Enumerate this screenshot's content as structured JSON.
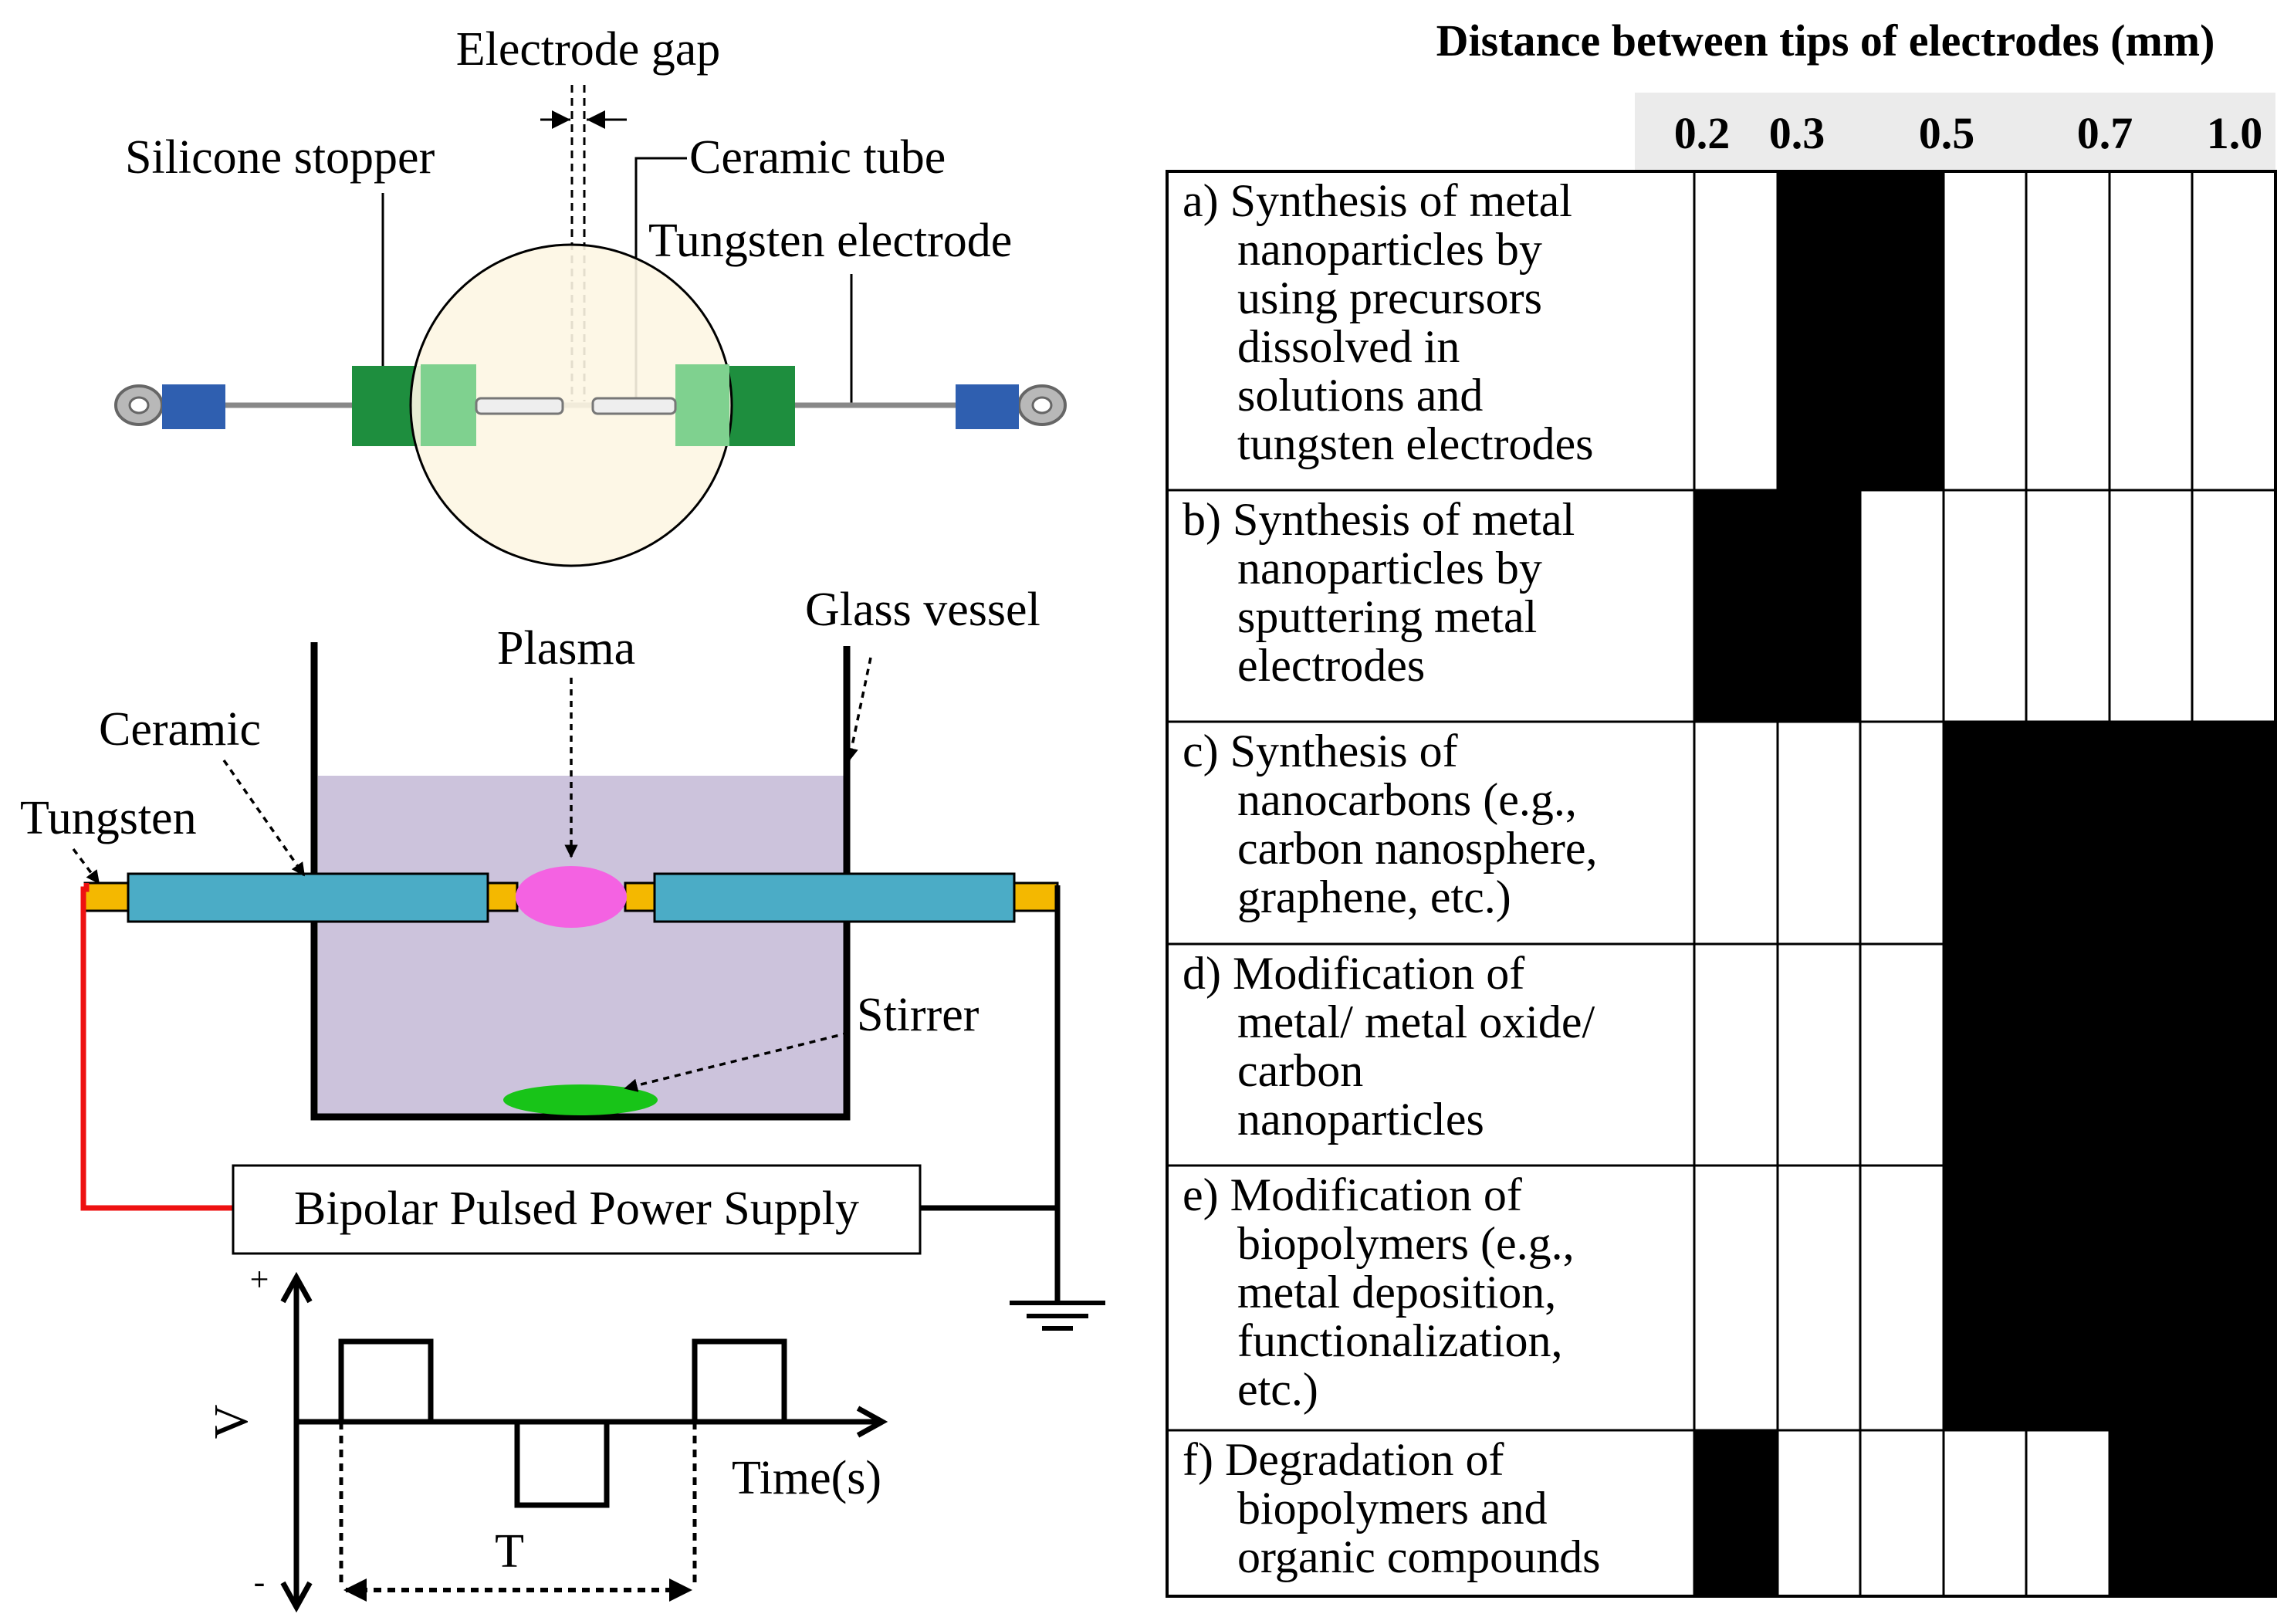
{
  "top_view": {
    "electrode_gap_label": "Electrode gap",
    "silicone_stopper_label": "Silicone stopper",
    "ceramic_tube_label": "Ceramic tube",
    "tungsten_electrode_label": "Tungsten electrode"
  },
  "setup": {
    "glass_vessel_label": "Glass vessel",
    "plasma_label": "Plasma",
    "ceramic_label": "Ceramic",
    "tungsten_label": "Tungsten",
    "stirrer_label": "Stirrer",
    "power_supply_label": "Bipolar Pulsed Power Supply"
  },
  "waveform": {
    "plus_label": "+",
    "minus_label": "-",
    "y_label": "V",
    "x_label": "Time(s)",
    "period_label": "T"
  },
  "table": {
    "title": "Distance between tips of electrodes (mm)",
    "column_ticks": [
      "0.2",
      "0.3",
      "0.5",
      "0.7",
      "1.0"
    ],
    "rows": [
      {
        "key": "a",
        "lines": [
          "a) Synthesis of metal",
          "nanoparticles by",
          "using precursors",
          "dissolved in",
          "solutions and",
          "tungsten electrodes"
        ],
        "filled": [
          false,
          true,
          true,
          false,
          false,
          false,
          false
        ]
      },
      {
        "key": "b",
        "lines": [
          "b) Synthesis of metal",
          "nanoparticles by",
          "sputtering metal",
          "electrodes"
        ],
        "filled": [
          true,
          true,
          false,
          false,
          false,
          false,
          false
        ]
      },
      {
        "key": "c",
        "lines": [
          "c) Synthesis of",
          "nanocarbons (e.g.,",
          "carbon nanosphere,",
          "graphene, etc.)"
        ],
        "filled": [
          false,
          false,
          false,
          true,
          true,
          true,
          true
        ]
      },
      {
        "key": "d",
        "lines": [
          "d) Modification of",
          "metal/ metal oxide/",
          "carbon",
          "nanoparticles"
        ],
        "filled": [
          false,
          false,
          false,
          true,
          true,
          true,
          true
        ]
      },
      {
        "key": "e",
        "lines": [
          "e) Modification of",
          "biopolymers (e.g.,",
          "metal deposition,",
          "functionalization,",
          "etc.)"
        ],
        "filled": [
          false,
          false,
          false,
          true,
          true,
          true,
          true
        ]
      },
      {
        "key": "f",
        "lines": [
          "f) Degradation of",
          "biopolymers and",
          "organic compounds"
        ],
        "filled": [
          true,
          false,
          false,
          false,
          false,
          true,
          true
        ]
      }
    ]
  },
  "colors": {
    "vessel_top_view": "#fdf6e3",
    "liquid": "#ccc3dc",
    "ceramic": "#4bacc6",
    "tungsten": "#f4b800",
    "plasma": "#f462e2",
    "stirrer": "#18c418",
    "stopper": "#1e8e3e",
    "connector": "#2f5fb0",
    "power_wire_red": "#ee1111"
  }
}
